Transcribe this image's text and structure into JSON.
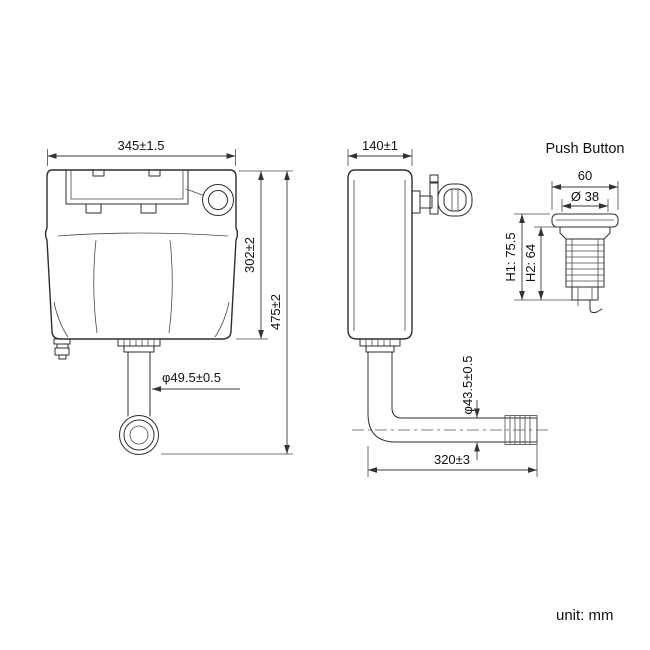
{
  "front_view": {
    "width": "345±1.5",
    "tank_height": "302±2",
    "total_height": "475±2",
    "outlet_diameter": "φ49.5±0.5"
  },
  "side_view": {
    "width": "140±1",
    "pipe_diameter": "φ43.5±0.5",
    "pipe_length": "320±3"
  },
  "push_button": {
    "title": "Push Button",
    "width": "60",
    "diameter": "Ø 38",
    "h1": "H1: 75.5",
    "h2": "H2: 64"
  },
  "footer": {
    "unit": "unit: mm"
  }
}
